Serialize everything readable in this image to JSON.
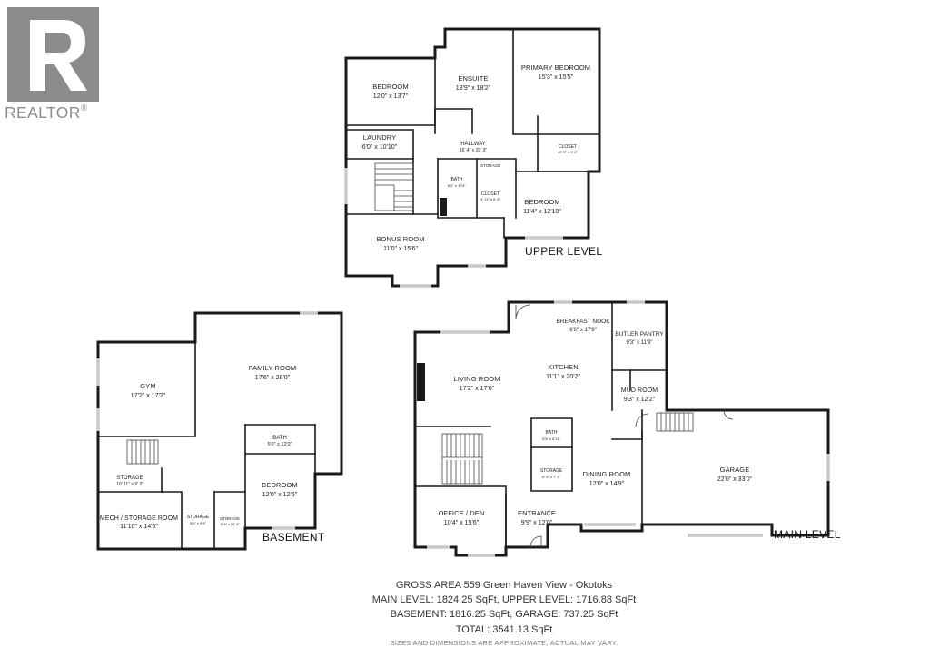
{
  "branding": {
    "logo_label": "REALTOR",
    "logo_mark": "®",
    "logo_color": "#8c8c8c"
  },
  "levels": {
    "upper": "UPPER LEVEL",
    "main": "MAIN LEVEL",
    "basement": "BASEMENT"
  },
  "rooms": {
    "upper": {
      "bedroom_nw": {
        "name": "BEDROOM",
        "dim": "12'0\" x 13'7\""
      },
      "ensuite": {
        "name": "ENSUITE",
        "dim": "13'9\" x 18'2\""
      },
      "primary_bedroom": {
        "name": "PRIMARY BEDROOM",
        "dim": "15'3\" x 15'5\""
      },
      "laundry": {
        "name": "LAUNDRY",
        "dim": "6'0\" x 10'10\""
      },
      "hallway": {
        "name": "HALLWAY",
        "dim": "16' 4\" x 29' 3\""
      },
      "closet_primary": {
        "name": "CLOSET",
        "dim": "10' 9\" x 9' 2\""
      },
      "bath": {
        "name": "BATH",
        "dim": "6'2\" x 10'4\""
      },
      "storage": {
        "name": "STORAGE",
        "dim": ""
      },
      "closet_small": {
        "name": "CLOSET",
        "dim": "4' 11\" x 6' 3\""
      },
      "bedroom_se": {
        "name": "BEDROOM",
        "dim": "11'4\" x 12'10\""
      },
      "bonus_room": {
        "name": "BONUS ROOM",
        "dim": "11'0\" x 15'6\""
      }
    },
    "main": {
      "breakfast_nook": {
        "name": "BREAKFAST NOOK",
        "dim": "6'6\" x 17'9\""
      },
      "butler_pantry": {
        "name": "BUTLER PANTRY",
        "dim": "9'3\" x 11'9\""
      },
      "kitchen": {
        "name": "KITCHEN",
        "dim": "11'1\" x 20'2\""
      },
      "living_room": {
        "name": "LIVING ROOM",
        "dim": "17'2\" x 17'6\""
      },
      "mud_room": {
        "name": "MUD ROOM",
        "dim": "9'3\" x 12'2\""
      },
      "bath": {
        "name": "BATH",
        "dim": "5'5\" x 6'11\""
      },
      "storage": {
        "name": "STORAGE",
        "dim": "6' 9\" x 7' 1\""
      },
      "dining_room": {
        "name": "DINING ROOM",
        "dim": "12'0\" x 14'9\""
      },
      "garage": {
        "name": "GARAGE",
        "dim": "22'0\" x 33'0\""
      },
      "office": {
        "name": "OFFICE / DEN",
        "dim": "10'4\" x 15'6\""
      },
      "entrance": {
        "name": "ENTRANCE",
        "dim": "9'9\" x 12'0\""
      }
    },
    "basement": {
      "family_room": {
        "name": "FAMILY ROOM",
        "dim": "17'6\" x 26'0\""
      },
      "gym": {
        "name": "GYM",
        "dim": "17'2\" x 17'2\""
      },
      "bath": {
        "name": "BATH",
        "dim": "5'0\" x 12'0\""
      },
      "storage_w": {
        "name": "STORAGE",
        "dim": "10' 11\" x 9' 3\""
      },
      "bedroom": {
        "name": "BEDROOM",
        "dim": "12'0\" x 12'6\""
      },
      "mech": {
        "name": "MECH / STORAGE ROOM",
        "dim": "11'10\" x 14'6\""
      },
      "storage_mid": {
        "name": "STORAGE",
        "dim": "6'0\" x 9'9\""
      },
      "storage_e": {
        "name": "STORAGE",
        "dim": "5' 6\" x 10' 3\""
      }
    }
  },
  "summary": {
    "line1": "GROSS AREA 559 Green Haven View - Okotoks",
    "line2": "MAIN LEVEL: 1824.25 SqFt, UPPER LEVEL: 1716.88 SqFt",
    "line3": "BASEMENT: 1816.25 SqFt, GARAGE: 737.25 SqFt",
    "line4": "TOTAL: 3541.13 SqFt",
    "disclaimer": "SIZES AND DIMENSIONS ARE APPROXIMATE, ACTUAL MAY VARY."
  }
}
